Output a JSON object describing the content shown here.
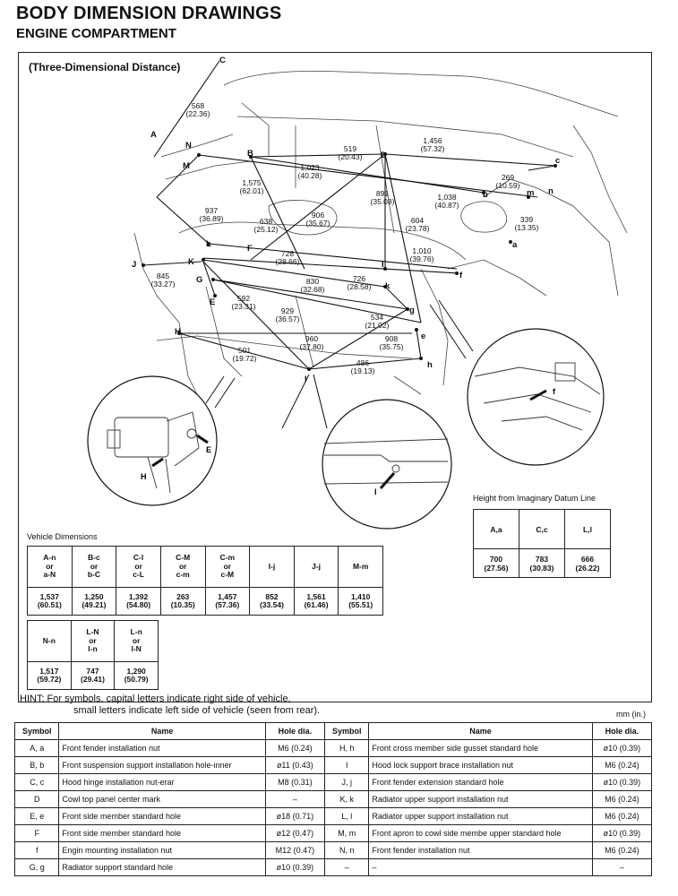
{
  "header": {
    "title": "BODY DIMENSION DRAWINGS",
    "subtitle": "ENGINE COMPARTMENT"
  },
  "diagram": {
    "view_label": "(Three-Dimensional Distance)",
    "dimensions": [
      {
        "mm": "568",
        "in": "(22.36)"
      },
      {
        "mm": "519",
        "in": "(20.43)"
      },
      {
        "mm": "1,456",
        "in": "(57.32)"
      },
      {
        "mm": "1,023",
        "in": "(40.28)"
      },
      {
        "mm": "1,575",
        "in": "(62.01)"
      },
      {
        "mm": "891",
        "in": "(35.08)"
      },
      {
        "mm": "269",
        "in": "(10.59)"
      },
      {
        "mm": "1,038",
        "in": "(40.87)"
      },
      {
        "mm": "937",
        "in": "(36.89)"
      },
      {
        "mm": "906",
        "in": "(35.67)"
      },
      {
        "mm": "638",
        "in": "(25.12)"
      },
      {
        "mm": "604",
        "in": "(23.78)"
      },
      {
        "mm": "339",
        "in": "(13.35)"
      },
      {
        "mm": "728",
        "in": "(28.66)"
      },
      {
        "mm": "1,010",
        "in": "(39.76)"
      },
      {
        "mm": "845",
        "in": "(33.27)"
      },
      {
        "mm": "830",
        "in": "(32.68)"
      },
      {
        "mm": "726",
        "in": "(28.58)"
      },
      {
        "mm": "592",
        "in": "(23.31)"
      },
      {
        "mm": "929",
        "in": "(36.57)"
      },
      {
        "mm": "534",
        "in": "(21.02)"
      },
      {
        "mm": "960",
        "in": "(37.80)"
      },
      {
        "mm": "908",
        "in": "(35.75)"
      },
      {
        "mm": "501",
        "in": "(19.72)"
      },
      {
        "mm": "486",
        "in": "(19.13)"
      }
    ],
    "points": [
      "C",
      "A",
      "N",
      "M",
      "B",
      "D",
      "c",
      "b",
      "m",
      "n",
      "a",
      "L",
      "F",
      "J",
      "K",
      "G",
      "E",
      "I",
      "k",
      "f",
      "g",
      "H",
      "e",
      "h",
      "I"
    ],
    "inset_labels": [
      "E",
      "H",
      "f",
      "I"
    ]
  },
  "vehicle_dimensions": {
    "title": "Vehicle Dimensions",
    "row1_headers": [
      [
        "A-n",
        "or",
        "a-N"
      ],
      [
        "B-c",
        "or",
        "b-C"
      ],
      [
        "C-l",
        "or",
        "c-L"
      ],
      [
        "C-M",
        "or",
        "c-m"
      ],
      [
        "C-m",
        "or",
        "c-M"
      ],
      [
        "I-j"
      ],
      [
        "J-j"
      ],
      [
        "M-m"
      ]
    ],
    "row1_values": [
      [
        "1,537",
        "(60.51)"
      ],
      [
        "1,250",
        "(49.21)"
      ],
      [
        "1,392",
        "(54.80)"
      ],
      [
        "263",
        "(10.35)"
      ],
      [
        "1,457",
        "(57.36)"
      ],
      [
        "852",
        "(33.54)"
      ],
      [
        "1,561",
        "(61.46)"
      ],
      [
        "1,410",
        "(55.51)"
      ]
    ],
    "row2_headers": [
      [
        "N-n"
      ],
      [
        "L-N",
        "or",
        "l-n"
      ],
      [
        "L-n",
        "or",
        "l-N"
      ]
    ],
    "row2_values": [
      [
        "1,517",
        "(59.72)"
      ],
      [
        "747",
        "(29.41)"
      ],
      [
        "1,290",
        "(50.79)"
      ]
    ]
  },
  "datum": {
    "title": "Height from Imaginary Datum Line",
    "headers": [
      "A,a",
      "C,c",
      "L,l"
    ],
    "values": [
      [
        "700",
        "(27.56)"
      ],
      [
        "783",
        "(30.83)"
      ],
      [
        "666",
        "(26.22)"
      ]
    ]
  },
  "hint": {
    "line1": "HINT:  For symbols, capital letters indicate right side of vehicle,",
    "line2": "small letters indicate left side of vehicle (seen from rear).",
    "unit": "mm (in.)"
  },
  "symbol_table": {
    "headers": [
      "Symbol",
      "Name",
      "Hole dia.",
      "Symbol",
      "Name",
      "Hole dia."
    ],
    "rows": [
      [
        "A,  a",
        "Front fender installation nut",
        "M6 (0.24)",
        "H,  h",
        "Front cross member side gusset standard hole",
        "ø10 (0.39)"
      ],
      [
        "B,  b",
        "Front suspension support installation hole-inner",
        "ø11 (0.43)",
        "I",
        "Hood lock support brace installation nut",
        "M6 (0.24)"
      ],
      [
        "C,  c",
        "Hood hinge installation nut-erar",
        "M8 (0.31)",
        "J,  j",
        "Front fender extension standard hole",
        "ø10 (0.39)"
      ],
      [
        "D",
        "Cowl top panel center mark",
        "–",
        "K,  k",
        "Radiator upper support installation nut",
        "M6 (0.24)"
      ],
      [
        "E,  e",
        "Front side member standard hole",
        "ø18 (0.71)",
        "L,  l",
        "Radiator upper support installation nut",
        "M6 (0.24)"
      ],
      [
        "F",
        "Front side member standard hole",
        "ø12 (0.47)",
        "M,  m",
        "Front apron to cowl side membe upper standard hole",
        "ø10 (0.39)"
      ],
      [
        "f",
        "Engin mounting installation nut",
        "M12 (0.47)",
        "N,  n",
        "Front fender installation nut",
        "M6 (0.24)"
      ],
      [
        "G,  g",
        "Radiator support standard hole",
        "ø10 (0.39)",
        "–",
        "–",
        "–"
      ]
    ]
  }
}
